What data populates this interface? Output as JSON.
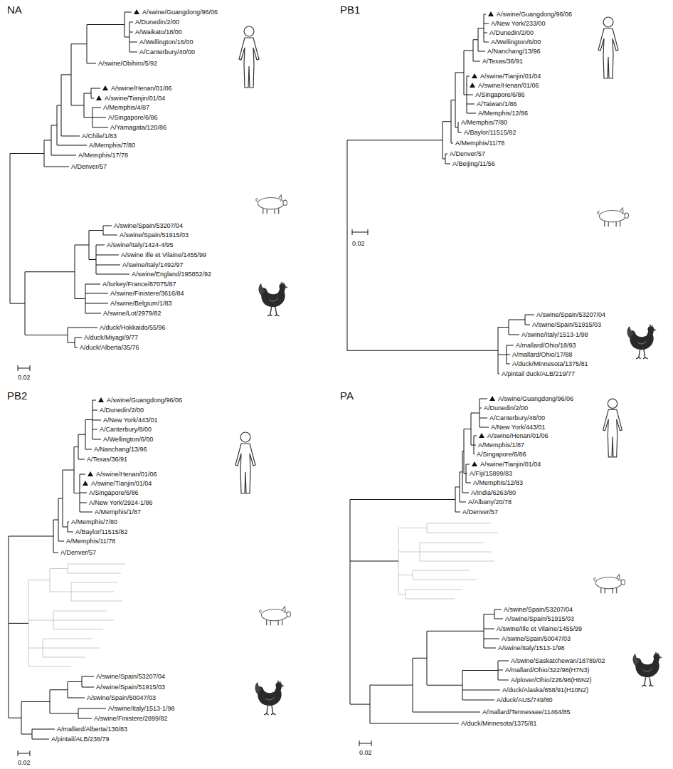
{
  "diagram": {
    "labels": [
      "NA",
      "A/swine/Guangdong/96/06",
      "A/Dunedin/2/00",
      "A/Waikato/18/00",
      "A/Wellington/16/00",
      "A/Canterbury/40/00",
      "A/swine/Obihiro/5/92",
      "A/swine/Henan/01/06",
      "A/swine/Tianjin/01/04",
      "A/Memphis/4/87",
      "A/Singapore/6/86",
      "A/Yamagata/120/86",
      "A/Chile/1/83",
      "A/Memphis/7/80",
      "A/Memphis/17/78",
      "A/Denver/57",
      "A/swine/Spain/53207/04",
      "A/swine/Spain/51915/03",
      "A/swine/Italy/1424-4/95",
      "A/swine Ille et Vilaine/1455/99",
      "A/swine/Italy/1492/97",
      "A/swine/England/195852/92",
      "A/turkey/France/87075/87",
      "A/swine/Finistere/3616/84",
      "A/swine/Belgium/1/83",
      "A/swine/Lot/2979/82",
      "A/duck/Hokkaido/55/96",
      "A/duck/Miyagi/9/77",
      "A/duck/Alberta/35/76",
      "0.02",
      "PB1",
      "A/swine/Guangdong/96/06",
      "A/New York/233/00",
      "A/Dunedin/2/00",
      "A/Wellington/6/00",
      "A/Nanchang/13/96",
      "A/Texas/36/91",
      "A/swine/Tianjin/01/04",
      "A/swine/Henan/01/06",
      "A/Singapore/6/86",
      "A/Taiwan/1/86",
      "A/Memphis/12/86",
      "A/Memphis/7/80",
      "A/Baylor/11515/82",
      "A/Memphis/11/78",
      "A/Denver/57",
      "A/Beijing/11/56",
      "A/swine/Spain/53207/04",
      "A/swine/Spain/51915/03",
      "A/swine/Italy/1513-1/98",
      "A/mallard/Ohio/18/93",
      "A/mallard/Ohio/17/88",
      "A/duck/Minnesota/1375/81",
      "A/pintail duck/ALB/219/77",
      "0.02",
      "PB2",
      "A/swine/Guangdong/96/06",
      "A/Dunedin/2/00",
      "A/New York/443/01",
      "A/Canterbury/8/00",
      "A/Wellington/6/00",
      "A/Nanchang/13/96",
      "A/Texas/36/91",
      "A/swine/Henan/01/06",
      "A/swine/Tianjin/01/04",
      "A/Singapore/6/86",
      "A/New York/2924-1/86",
      "A/Memphis/1/87",
      "A/Memphis/7/80",
      "A/Baylor/11515/82",
      "A/Memphis/11/78",
      "A/Denver/57",
      "A/swine/Spain/53207/04",
      "A/swine/Spain/51915/03",
      "A/swine/Spain/50047/03",
      "A/swine/Italy/1513-1/98",
      "A/swine/Finistere/2899/82",
      "A/mallard/Alberta/130/83",
      "A/pintail/ALB/238/79",
      "0.02",
      "PA",
      "A/swine/Guangdong/96/06",
      "A/Dunedin/2/00",
      "A/Canterbury/48/00",
      "A/New York/443/01",
      "A/swine/Henan/01/06",
      "A/Memphis/1/87",
      "A/Singapore/6/86",
      "A/swine/Tianjin/01/04",
      "A/Fiji/15899/83",
      "A/Memphis/12/83",
      "A/India/6263/80",
      "A/Albany/20/78",
      "A/Denver/57",
      "A/swine/Spain/53207/04",
      "A/swine/Spain/51915/03",
      "A/swine/Ille et Vilaine/1455/99",
      "A/swine/Spain/50047/03",
      "A/swine/Italy/1513-1/98",
      "A/swine/Saskatchewan/18789/02",
      "A/mallard/Ohio/322/98(H7N3)",
      "A/plover/Ohio/226/98(H6N2)",
      "A/duck/Alaska/658/91(H10N2)",
      "A/duck/AUS/749/80",
      "A/mallard/Tennessee/11464/85",
      "A/duck/Minnesota/1375/81",
      "0.02"
    ]
  }
}
